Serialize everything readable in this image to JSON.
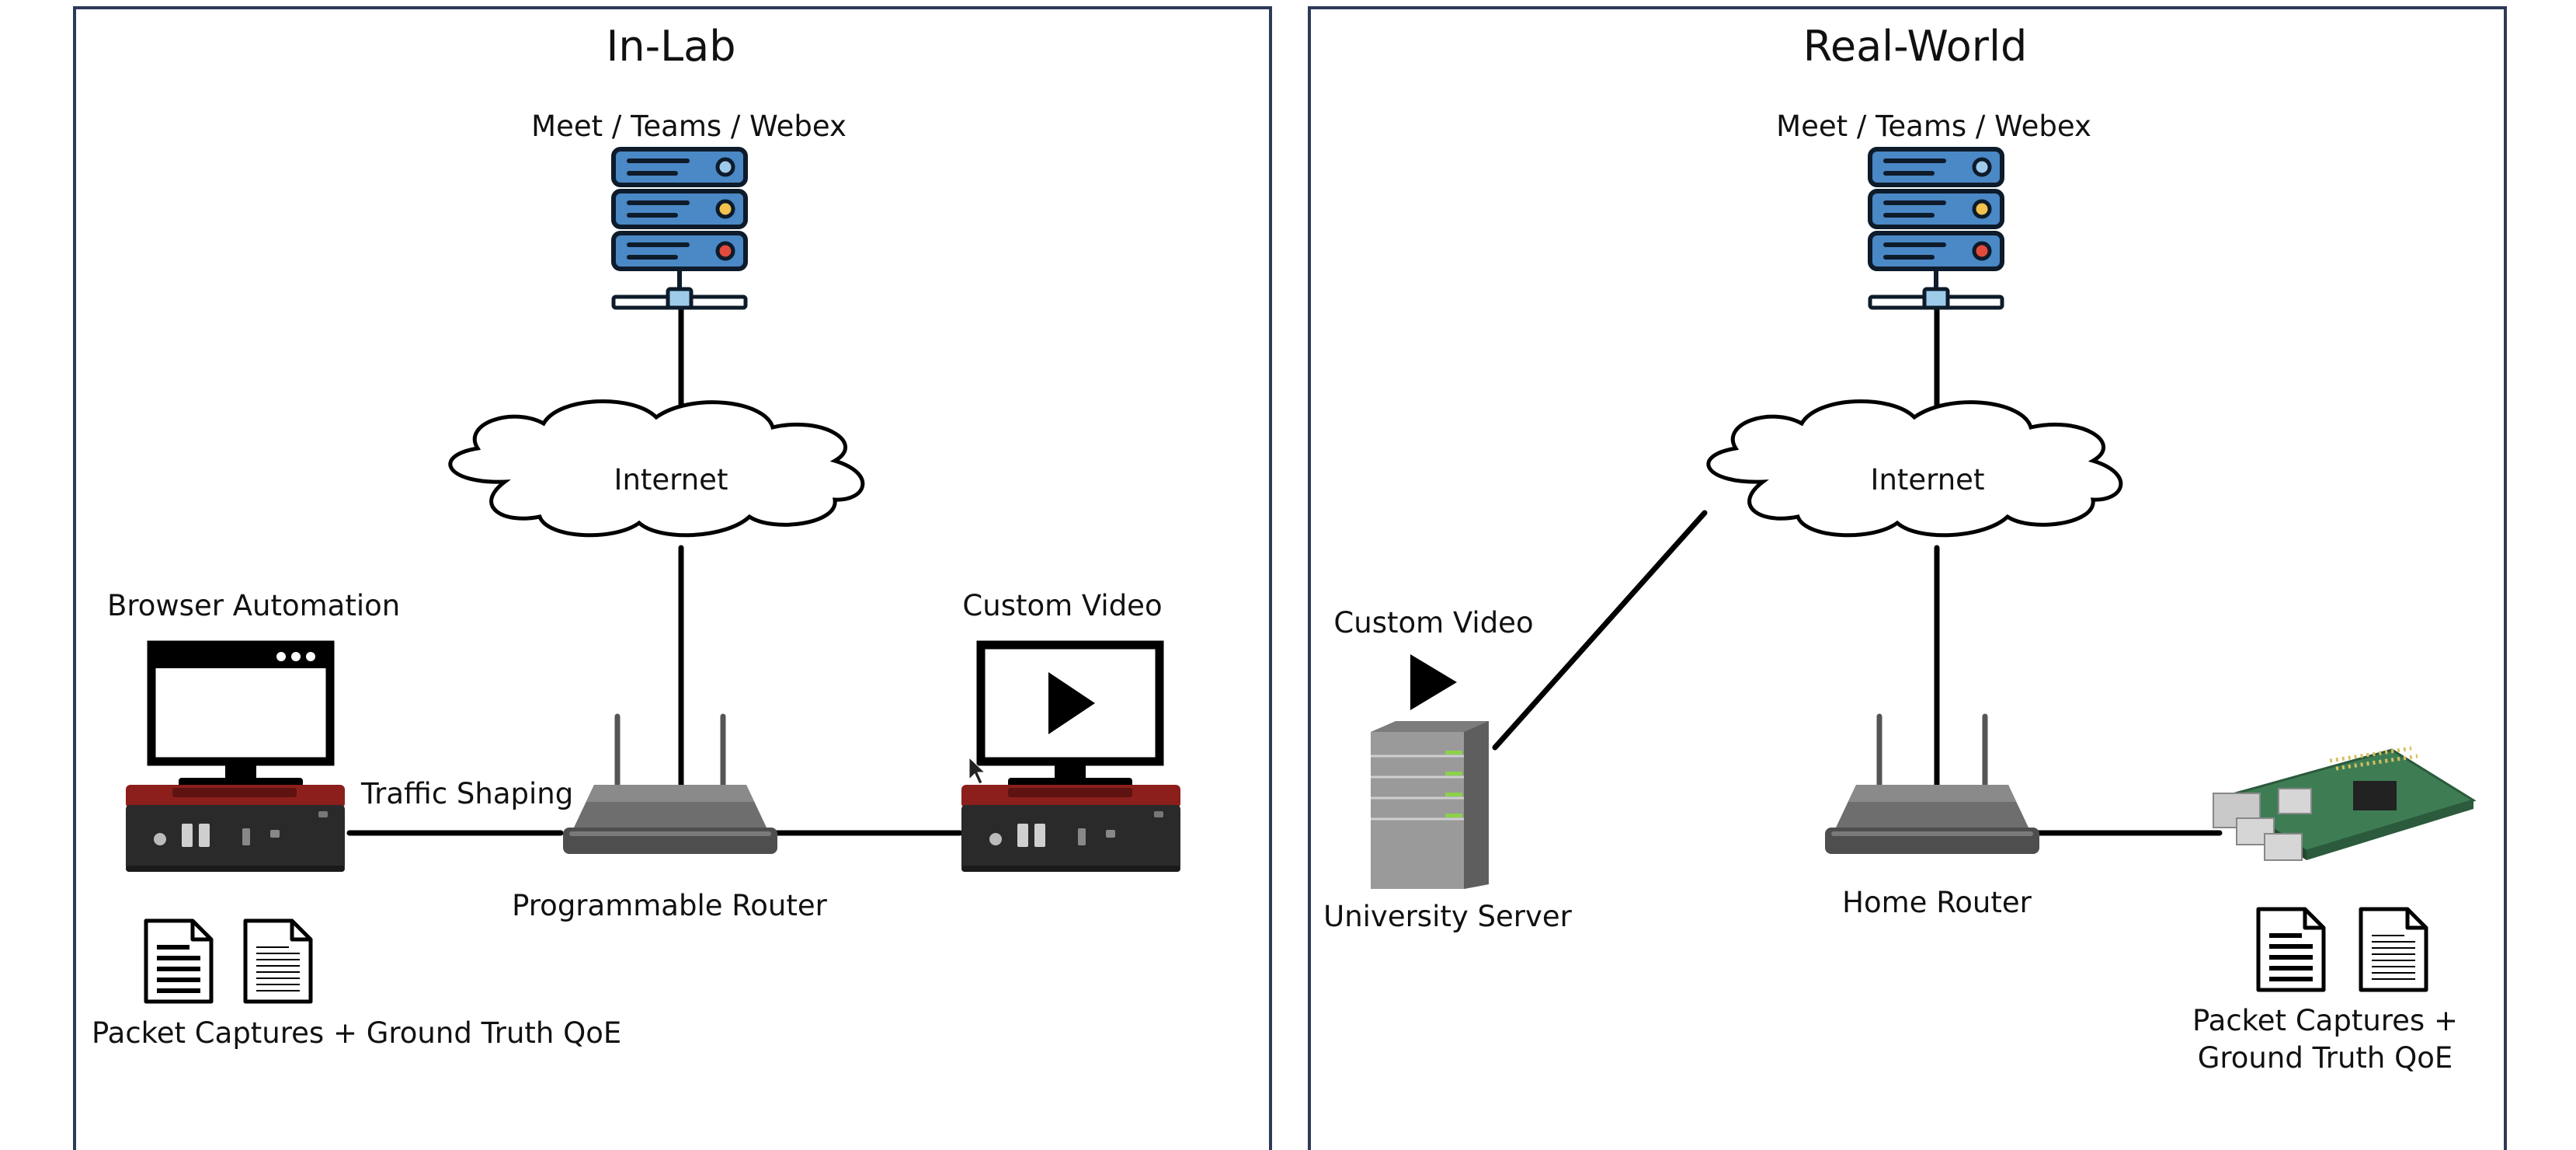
{
  "panels": [
    {
      "title": "In-Lab",
      "server_label": "Meet / Teams / Webex",
      "cloud_label": "Internet",
      "client_label": "Browser Automation",
      "link_label": "Traffic Shaping",
      "router_label": "Programmable Router",
      "video_label": "Custom Video",
      "captures_label": "Packet Captures + Ground Truth QoE"
    },
    {
      "title": "Real-World",
      "server_label": "Meet / Teams / Webex",
      "cloud_label": "Internet",
      "video_label": "Custom Video",
      "university_label": "University Server",
      "router_label": "Home Router",
      "captures_label_line1": "Packet Captures +",
      "captures_label_line2": "Ground Truth QoE"
    }
  ],
  "icons": {
    "server": "server-rack-icon",
    "cloud": "cloud-icon",
    "router": "wifi-router-icon",
    "pc": "mini-pc-icon",
    "monitor": "monitor-icon",
    "play": "play-icon",
    "document": "document-icon",
    "tower": "tower-server-icon",
    "raspberry_pi": "raspberry-pi-board-icon"
  },
  "colors": {
    "server_body": "#4a88c6",
    "server_outline": "#0d1b2a",
    "pc_red": "#8c1f1c",
    "pc_dark": "#2a2a2a",
    "router_gray": "#6e6e6e",
    "board_green": "#3e7d54",
    "panel_border": "#2e3a5a",
    "led_green": "#8bd14a"
  }
}
